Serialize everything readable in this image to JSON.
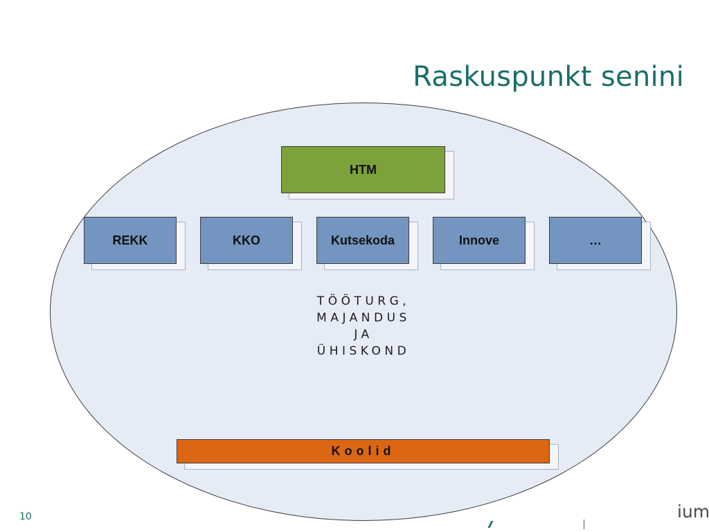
{
  "slide": {
    "title": "Raskuspunkt senini",
    "page_number": "10",
    "footer_logo_fragment": "ium"
  },
  "diagram": {
    "top_box": "HTM",
    "middle_boxes": [
      "REKK",
      "KKO",
      "Kutsekoda",
      "Innove",
      "…"
    ],
    "center_text": [
      "TÖÖTURG,",
      "MAJANDUS",
      "JA",
      "ÜHISKOND"
    ],
    "bottom_box": "Koolid"
  },
  "colors": {
    "title": "#1a6e69",
    "ellipse_fill": "#e6ecf6",
    "top_box": "#7da23c",
    "middle_boxes": "#7395bf",
    "bottom_box": "#db6712"
  }
}
